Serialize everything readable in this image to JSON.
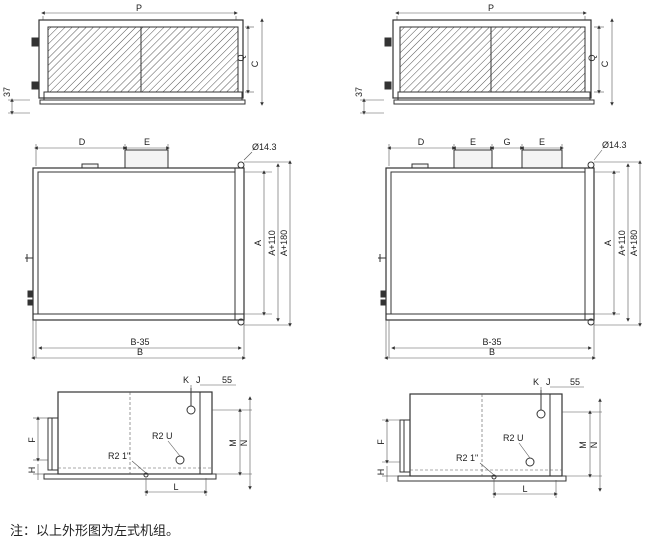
{
  "left_top": {
    "P": "P",
    "Q": "Q",
    "C": "C",
    "dim37": "37"
  },
  "right_top": {
    "P": "P",
    "Q": "Q",
    "C": "C",
    "dim37": "37"
  },
  "left_front": {
    "D": "D",
    "E": "E",
    "pipe": "Ø14.3",
    "A": "A",
    "A110": "A+110",
    "A180": "A+180",
    "B35": "B-35",
    "B": "B"
  },
  "right_front": {
    "D": "D",
    "E1": "E",
    "G": "G",
    "E2": "E",
    "pipe": "Ø14.3",
    "A": "A",
    "A110": "A+110",
    "A180": "A+180",
    "B35": "B-35",
    "B": "B"
  },
  "left_side": {
    "K": "K",
    "J": "J",
    "dim55": "55",
    "R2U": "R2 U",
    "R21": "R2 1\"",
    "F": "F",
    "H": "H",
    "M": "M",
    "N": "N",
    "L": "L"
  },
  "right_side": {
    "K": "K",
    "J": "J",
    "dim55": "55",
    "R2U": "R2 U",
    "R21": "R2 1\"",
    "F": "F",
    "H": "H",
    "M": "M",
    "N": "N",
    "L": "L"
  },
  "note": "注：以上外形图为左式机组。"
}
